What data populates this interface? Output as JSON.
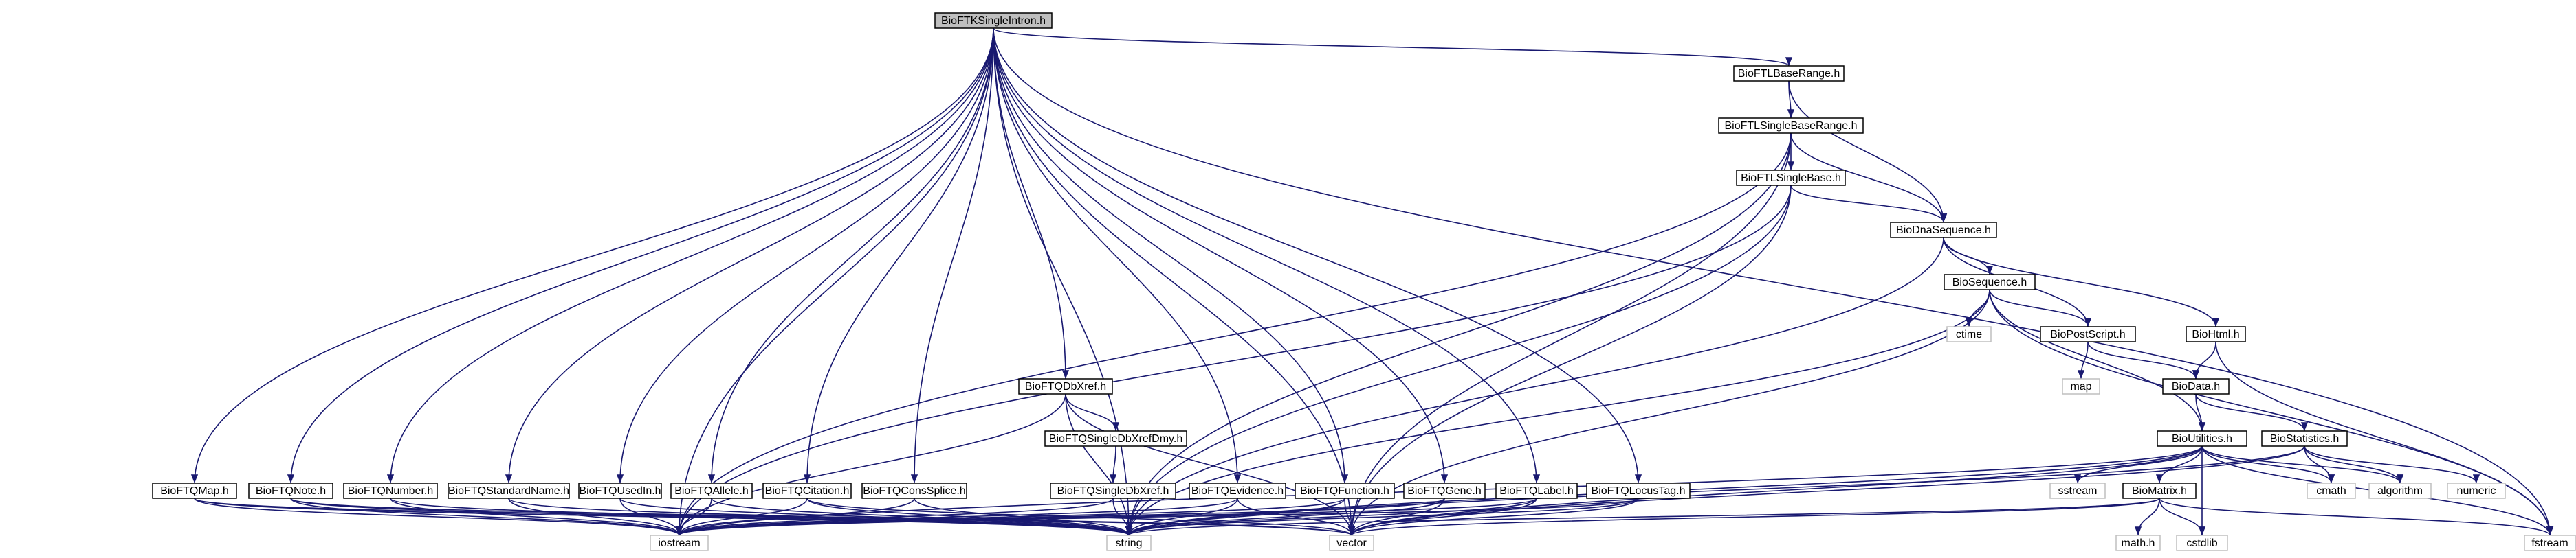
{
  "graph": {
    "edge_color": "#191970",
    "root_fill": "#bfbfbf",
    "local_border": "#000000",
    "system_border": "#bfbfbf",
    "nodes": [
      {
        "id": "root",
        "label": "BioFTKSingleIntron.h",
        "kind": "root"
      },
      {
        "id": "baserange",
        "label": "BioFTLBaseRange.h",
        "kind": "local"
      },
      {
        "id": "singlebaserange",
        "label": "BioFTLSingleBaseRange.h",
        "kind": "local"
      },
      {
        "id": "singlebase",
        "label": "BioFTLSingleBase.h",
        "kind": "local"
      },
      {
        "id": "dnaseq",
        "label": "BioDnaSequence.h",
        "kind": "local"
      },
      {
        "id": "sequence",
        "label": "BioSequence.h",
        "kind": "local"
      },
      {
        "id": "html",
        "label": "BioHtml.h",
        "kind": "local"
      },
      {
        "id": "ctime",
        "label": "ctime",
        "kind": "system"
      },
      {
        "id": "postscript",
        "label": "BioPostScript.h",
        "kind": "local"
      },
      {
        "id": "map",
        "label": "map",
        "kind": "system"
      },
      {
        "id": "data",
        "label": "BioData.h",
        "kind": "local"
      },
      {
        "id": "statistics",
        "label": "BioStatistics.h",
        "kind": "local"
      },
      {
        "id": "utilities",
        "label": "BioUtilities.h",
        "kind": "local"
      },
      {
        "id": "sstream",
        "label": "sstream",
        "kind": "system"
      },
      {
        "id": "matrix",
        "label": "BioMatrix.h",
        "kind": "local"
      },
      {
        "id": "mathh",
        "label": "math.h",
        "kind": "system"
      },
      {
        "id": "cstdlib",
        "label": "cstdlib",
        "kind": "system"
      },
      {
        "id": "cmath",
        "label": "cmath",
        "kind": "system"
      },
      {
        "id": "algorithm",
        "label": "algorithm",
        "kind": "system"
      },
      {
        "id": "numeric",
        "label": "numeric",
        "kind": "system"
      },
      {
        "id": "fstream",
        "label": "fstream",
        "kind": "system"
      },
      {
        "id": "dbxref",
        "label": "BioFTQDbXref.h",
        "kind": "local"
      },
      {
        "id": "singledbxrefdmy",
        "label": "BioFTQSingleDbXrefDmy.h",
        "kind": "local"
      },
      {
        "id": "singledbxref",
        "label": "BioFTQSingleDbXref.h",
        "kind": "local"
      },
      {
        "id": "ftqmap",
        "label": "BioFTQMap.h",
        "kind": "local"
      },
      {
        "id": "note",
        "label": "BioFTQNote.h",
        "kind": "local"
      },
      {
        "id": "number",
        "label": "BioFTQNumber.h",
        "kind": "local"
      },
      {
        "id": "stdname",
        "label": "BioFTQStandardName.h",
        "kind": "local"
      },
      {
        "id": "usedin",
        "label": "BioFTQUsedIn.h",
        "kind": "local"
      },
      {
        "id": "allele",
        "label": "BioFTQAllele.h",
        "kind": "local"
      },
      {
        "id": "citation",
        "label": "BioFTQCitation.h",
        "kind": "local"
      },
      {
        "id": "conssplice",
        "label": "BioFTQConsSplice.h",
        "kind": "local"
      },
      {
        "id": "evidence",
        "label": "BioFTQEvidence.h",
        "kind": "local"
      },
      {
        "id": "function",
        "label": "BioFTQFunction.h",
        "kind": "local"
      },
      {
        "id": "gene",
        "label": "BioFTQGene.h",
        "kind": "local"
      },
      {
        "id": "label",
        "label": "BioFTQLabel.h",
        "kind": "local"
      },
      {
        "id": "locustag",
        "label": "BioFTQLocusTag.h",
        "kind": "local"
      },
      {
        "id": "iostream",
        "label": "iostream",
        "kind": "system"
      },
      {
        "id": "string",
        "label": "string",
        "kind": "system"
      },
      {
        "id": "vector",
        "label": "vector",
        "kind": "system"
      }
    ],
    "edges": [
      [
        "root",
        "baserange"
      ],
      [
        "root",
        "fstream"
      ],
      [
        "root",
        "iostream"
      ],
      [
        "root",
        "string"
      ],
      [
        "root",
        "vector"
      ],
      [
        "root",
        "ftqmap"
      ],
      [
        "root",
        "note"
      ],
      [
        "root",
        "number"
      ],
      [
        "root",
        "stdname"
      ],
      [
        "root",
        "usedin"
      ],
      [
        "root",
        "allele"
      ],
      [
        "root",
        "citation"
      ],
      [
        "root",
        "conssplice"
      ],
      [
        "root",
        "dbxref"
      ],
      [
        "root",
        "evidence"
      ],
      [
        "root",
        "function"
      ],
      [
        "root",
        "gene"
      ],
      [
        "root",
        "label"
      ],
      [
        "root",
        "locustag"
      ],
      [
        "baserange",
        "singlebaserange"
      ],
      [
        "baserange",
        "dnaseq"
      ],
      [
        "singlebaserange",
        "singlebase"
      ],
      [
        "singlebaserange",
        "dnaseq"
      ],
      [
        "singlebaserange",
        "iostream"
      ],
      [
        "singlebaserange",
        "string"
      ],
      [
        "singlebaserange",
        "vector"
      ],
      [
        "singlebase",
        "dnaseq"
      ],
      [
        "singlebase",
        "iostream"
      ],
      [
        "singlebase",
        "string"
      ],
      [
        "singlebase",
        "vector"
      ],
      [
        "dnaseq",
        "sequence"
      ],
      [
        "dnaseq",
        "postscript"
      ],
      [
        "dnaseq",
        "html"
      ],
      [
        "dnaseq",
        "string"
      ],
      [
        "sequence",
        "ctime"
      ],
      [
        "sequence",
        "postscript"
      ],
      [
        "sequence",
        "utilities"
      ],
      [
        "sequence",
        "fstream"
      ],
      [
        "sequence",
        "string"
      ],
      [
        "sequence",
        "vector"
      ],
      [
        "html",
        "data"
      ],
      [
        "html",
        "fstream"
      ],
      [
        "postscript",
        "map"
      ],
      [
        "postscript",
        "data"
      ],
      [
        "data",
        "utilities"
      ],
      [
        "data",
        "statistics"
      ],
      [
        "statistics",
        "cmath"
      ],
      [
        "statistics",
        "algorithm"
      ],
      [
        "statistics",
        "numeric"
      ],
      [
        "statistics",
        "string"
      ],
      [
        "statistics",
        "vector"
      ],
      [
        "utilities",
        "sstream"
      ],
      [
        "utilities",
        "matrix"
      ],
      [
        "utilities",
        "cstdlib"
      ],
      [
        "utilities",
        "cmath"
      ],
      [
        "utilities",
        "algorithm"
      ],
      [
        "utilities",
        "fstream"
      ],
      [
        "utilities",
        "iostream"
      ],
      [
        "utilities",
        "string"
      ],
      [
        "utilities",
        "vector"
      ],
      [
        "matrix",
        "mathh"
      ],
      [
        "matrix",
        "cstdlib"
      ],
      [
        "matrix",
        "fstream"
      ],
      [
        "matrix",
        "string"
      ],
      [
        "matrix",
        "vector"
      ],
      [
        "dbxref",
        "singledbxrefdmy"
      ],
      [
        "dbxref",
        "iostream"
      ],
      [
        "dbxref",
        "string"
      ],
      [
        "dbxref",
        "vector"
      ],
      [
        "singledbxrefdmy",
        "singledbxref"
      ],
      [
        "singledbxref",
        "iostream"
      ],
      [
        "singledbxref",
        "string"
      ],
      [
        "ftqmap",
        "iostream"
      ],
      [
        "ftqmap",
        "string"
      ],
      [
        "ftqmap",
        "vector"
      ],
      [
        "note",
        "iostream"
      ],
      [
        "note",
        "string"
      ],
      [
        "note",
        "vector"
      ],
      [
        "number",
        "iostream"
      ],
      [
        "number",
        "string"
      ],
      [
        "stdname",
        "iostream"
      ],
      [
        "stdname",
        "string"
      ],
      [
        "usedin",
        "iostream"
      ],
      [
        "usedin",
        "string"
      ],
      [
        "allele",
        "iostream"
      ],
      [
        "allele",
        "string"
      ],
      [
        "citation",
        "iostream"
      ],
      [
        "citation",
        "string"
      ],
      [
        "citation",
        "vector"
      ],
      [
        "conssplice",
        "iostream"
      ],
      [
        "conssplice",
        "string"
      ],
      [
        "evidence",
        "iostream"
      ],
      [
        "evidence",
        "string"
      ],
      [
        "evidence",
        "vector"
      ],
      [
        "function",
        "iostream"
      ],
      [
        "function",
        "string"
      ],
      [
        "function",
        "vector"
      ],
      [
        "gene",
        "iostream"
      ],
      [
        "gene",
        "string"
      ],
      [
        "gene",
        "vector"
      ],
      [
        "label",
        "iostream"
      ],
      [
        "label",
        "string"
      ],
      [
        "label",
        "vector"
      ],
      [
        "locustag",
        "iostream"
      ],
      [
        "locustag",
        "string"
      ],
      [
        "locustag",
        "vector"
      ]
    ]
  }
}
